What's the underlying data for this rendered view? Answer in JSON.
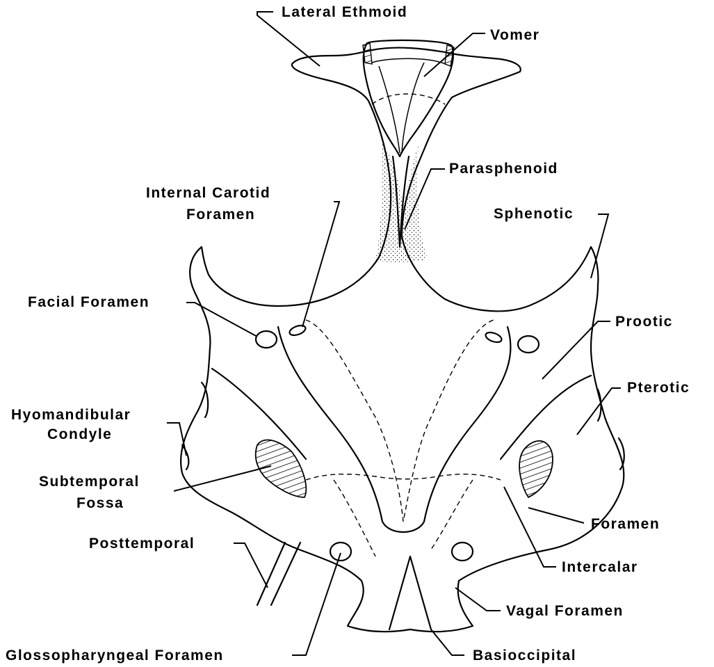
{
  "labels": {
    "lateral_ethmoid": "Lateral Ethmoid",
    "vomer": "Vomer",
    "parasphenoid": "Parasphenoid",
    "internal_carotid_1": "Internal Carotid",
    "internal_carotid_2": "Foramen",
    "sphenotic": "Sphenotic",
    "facial_foramen": "Facial Foramen",
    "prootic": "Prootic",
    "pterotic": "Pterotic",
    "hyomandibular_1": "Hyomandibular",
    "hyomandibular_2": "Condyle",
    "subtemporal_1": "Subtemporal",
    "subtemporal_2": "Fossa",
    "foramen": "Foramen",
    "posttemporal": "Posttemporal",
    "intercalar": "Intercalar",
    "vagal_foramen": "Vagal Foramen",
    "glossopharyngeal": "Glossopharyngeal Foramen",
    "basioccipital": "Basioccipital"
  }
}
